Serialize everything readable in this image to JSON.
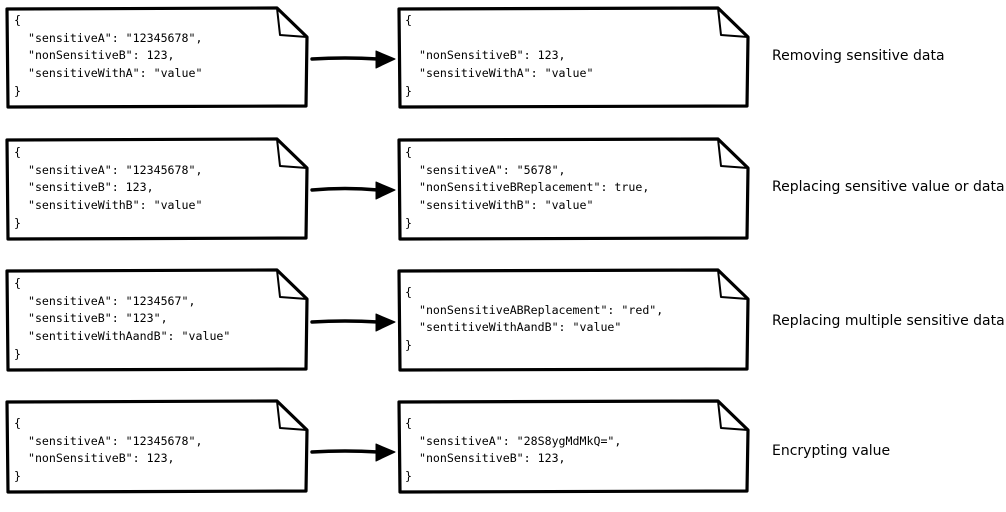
{
  "rows": [
    {
      "before": [
        "{",
        "  \"sensitiveA\": \"12345678\",",
        "  \"nonSensitiveB\": 123,",
        "  \"sensitiveWithA\": \"value\"",
        "}"
      ],
      "after": [
        "{",
        "",
        "  \"nonSensitiveB\": 123,",
        "  \"sensitiveWithA\": \"value\"",
        "}"
      ],
      "label": "Removing sensitive data"
    },
    {
      "before": [
        "{",
        "  \"sensitiveA\": \"12345678\",",
        "  \"sensitiveB\": 123,",
        "  \"sensitiveWithB\": \"value\"",
        "}"
      ],
      "after": [
        "{",
        "  \"sensitiveA\": \"5678\",",
        "  \"nonSensitiveBReplacement\": true,",
        "  \"sensitiveWithB\": \"value\"",
        "}"
      ],
      "label": "Replacing sensitive value or data"
    },
    {
      "before": [
        "{",
        "  \"sensitiveA\": \"1234567\",",
        "  \"sensitiveB\": \"123\",",
        "  \"sentitiveWithAandB\": \"value\"",
        "}"
      ],
      "after": [
        "{",
        "  \"nonSensitiveABReplacement\": \"red\",",
        "  \"sentitiveWithAandB\": \"value\"",
        "}"
      ],
      "label": "Replacing multiple sensitive data"
    },
    {
      "before": [
        "{",
        "  \"sensitiveA\": \"12345678\",",
        "  \"nonSensitiveB\": 123,",
        "}"
      ],
      "after": [
        "{",
        "  \"sensitiveA\": \"28S8ygMdMkQ=\",",
        "  \"nonSensitiveB\": 123,",
        "}"
      ],
      "label": "Encrypting value"
    }
  ]
}
